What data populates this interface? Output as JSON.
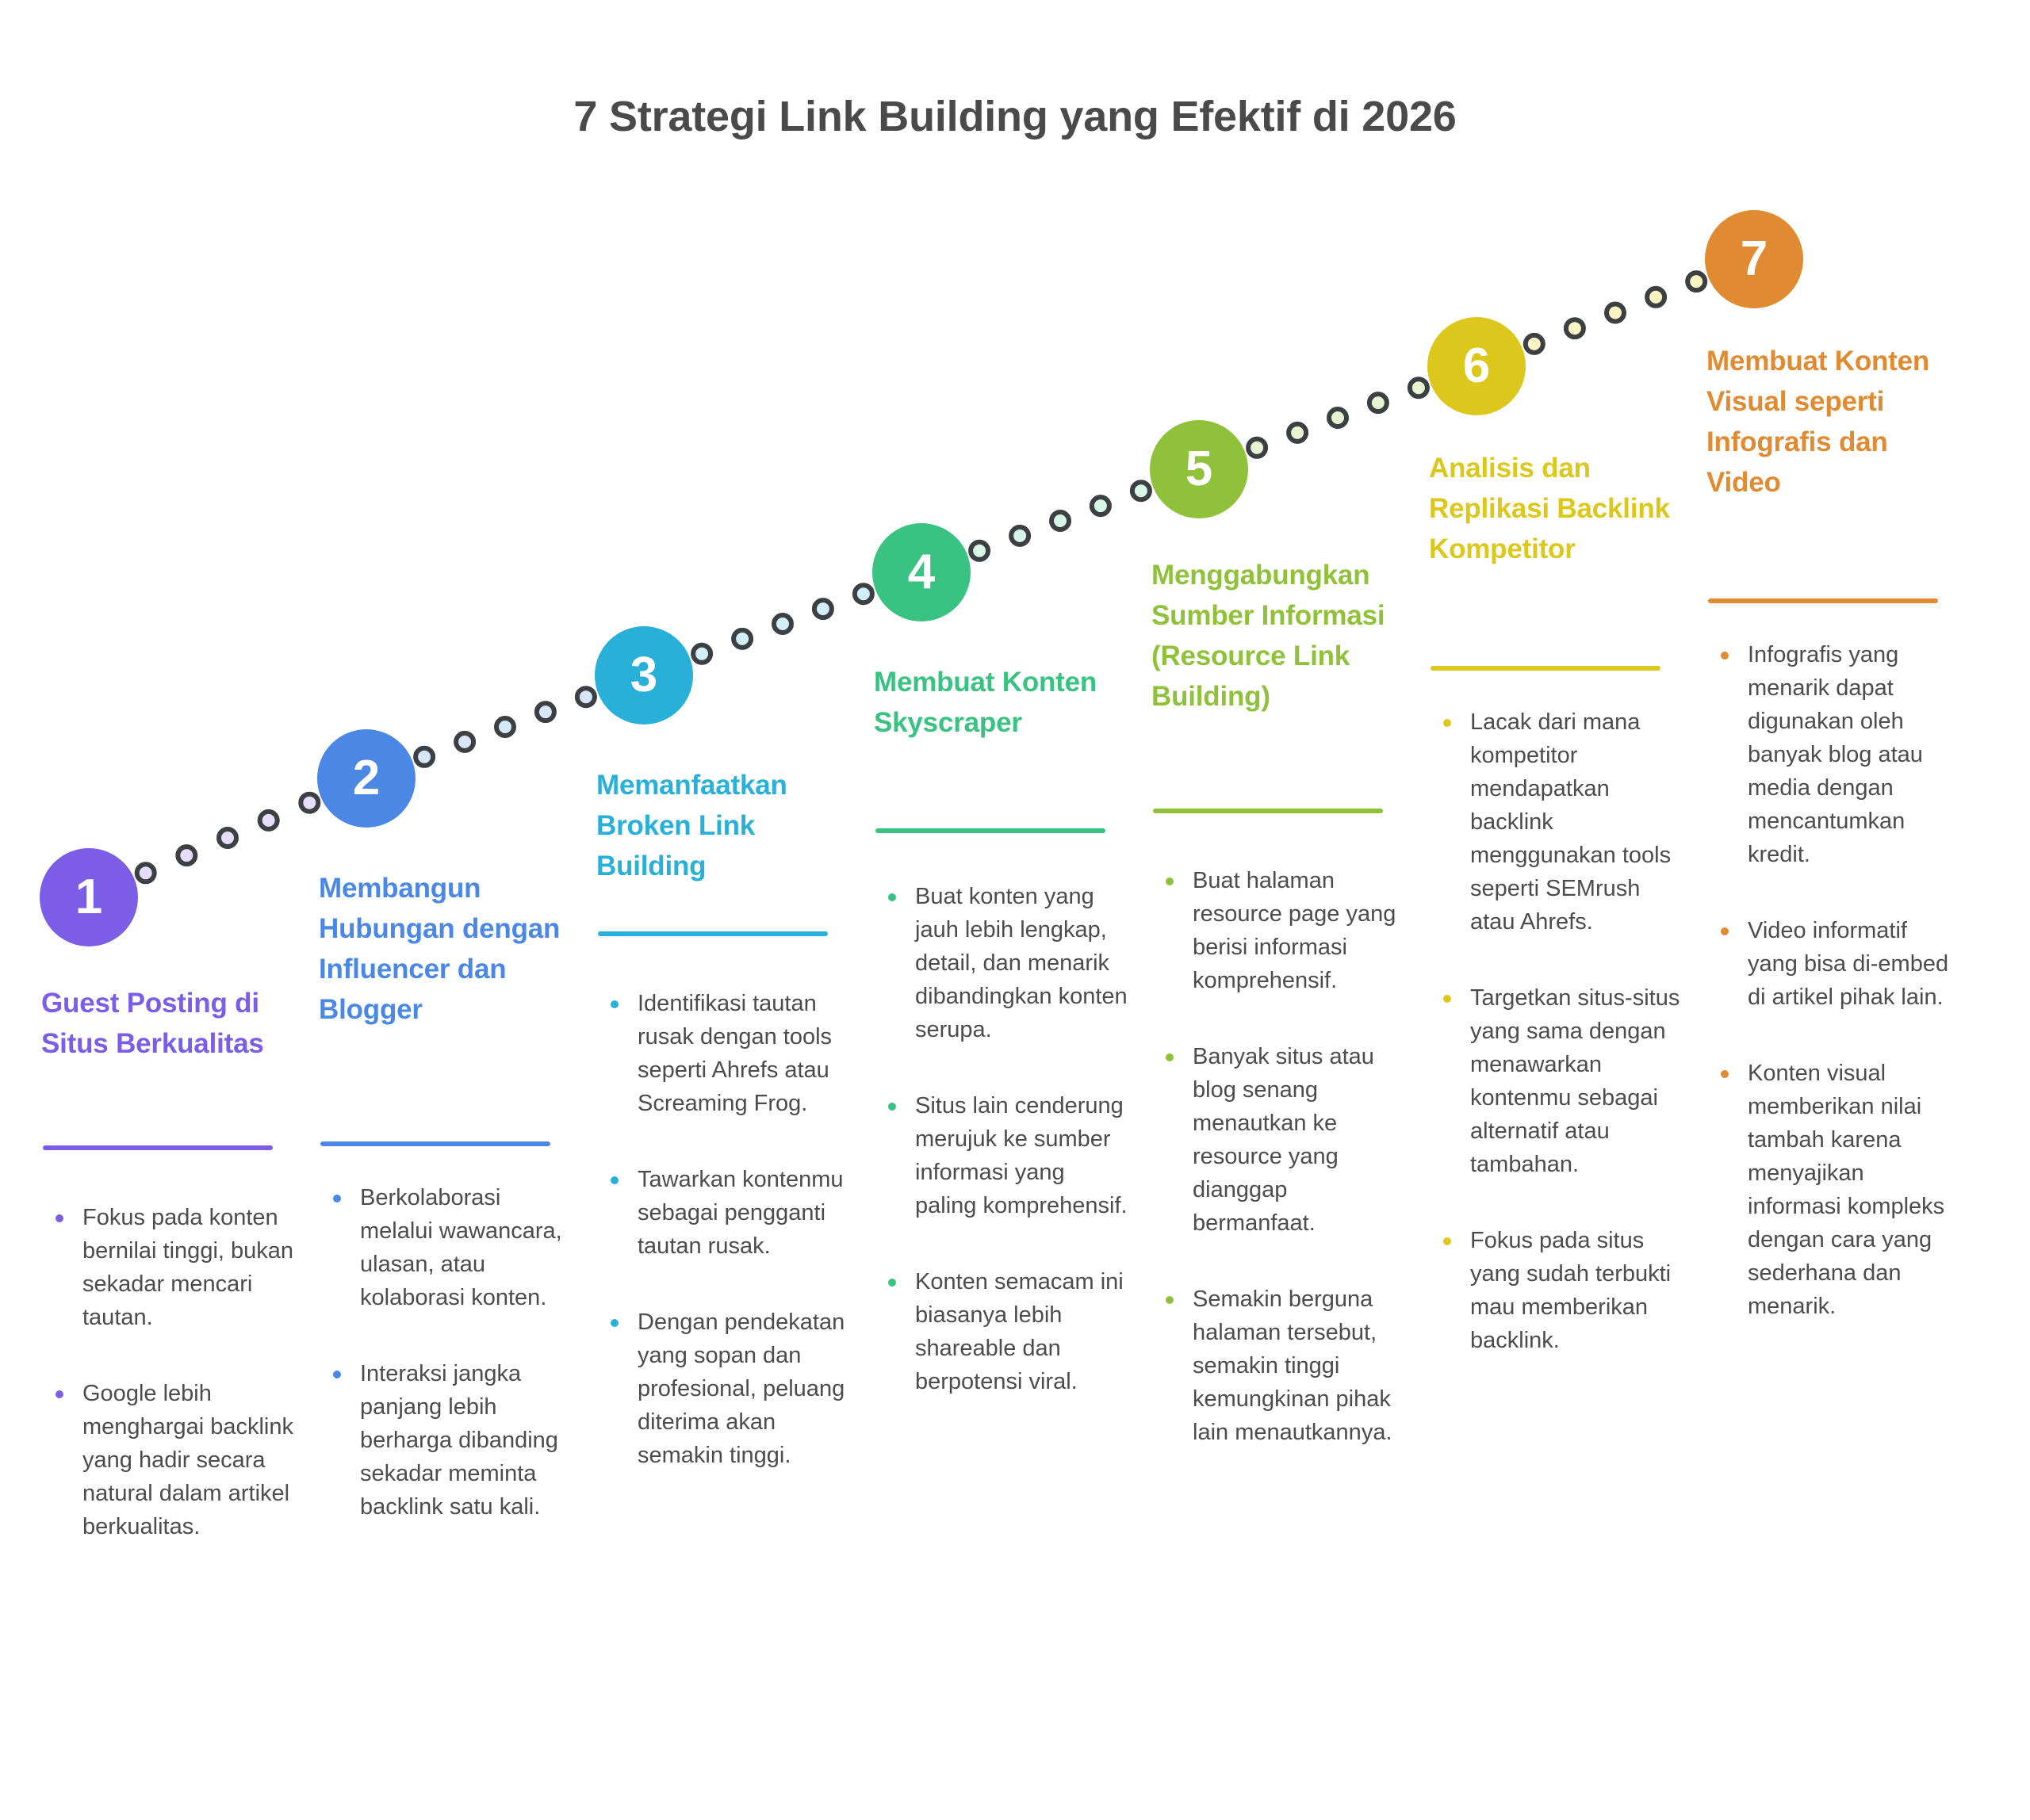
{
  "title": "7 Strategi Link Building yang Efektif di 2026",
  "steps": [
    {
      "number": "1",
      "heading": "Guest Posting di Situs Berkualitas",
      "color": "#7b5de6",
      "dot_fill": "#e5ddfb",
      "bullets": [
        "Fokus pada konten bernilai tinggi, bukan sekadar mencari tautan.",
        "Google lebih menghargai backlink yang hadir secara natural dalam artikel berkualitas."
      ]
    },
    {
      "number": "2",
      "heading": "Membangun Hubungan dengan Influencer dan Blogger",
      "color": "#4b88e5",
      "dot_fill": "#d8e6fa",
      "bullets": [
        "Berkolaborasi melalui wawancara, ulasan, atau kolaborasi konten.",
        "Interaksi jangka panjang lebih berharga dibanding sekadar meminta backlink satu kali."
      ]
    },
    {
      "number": "3",
      "heading": "Memanfaatkan Broken Link Building",
      "color": "#29b0d9",
      "dot_fill": "#d3eef8",
      "bullets": [
        "Identifikasi tautan rusak dengan tools seperti Ahrefs atau Screaming Frog.",
        "Tawarkan kontenmu sebagai pengganti tautan rusak.",
        "Dengan pendekatan yang sopan dan profesional, peluang diterima akan semakin tinggi."
      ]
    },
    {
      "number": "4",
      "heading": "Membuat Konten Skyscraper",
      "color": "#39c281",
      "dot_fill": "#d8f6e8",
      "bullets": [
        "Buat konten yang jauh lebih lengkap, detail, dan menarik dibandingkan konten serupa.",
        "Situs lain cenderung merujuk ke sumber informasi yang paling komprehensif.",
        "Konten semacam ini biasanya lebih shareable dan berpotensi viral."
      ]
    },
    {
      "number": "5",
      "heading": "Menggabungkan Sumber Informasi (Resource Link Building)",
      "color": "#8fc23a",
      "dot_fill": "#e8f3d4",
      "bullets": [
        "Buat halaman resource page yang berisi informasi komprehensif.",
        "Banyak situs atau blog senang menautkan ke resource yang dianggap bermanfaat.",
        "Semakin berguna halaman tersebut, semakin tinggi kemungkinan pihak lain menautkannya."
      ]
    },
    {
      "number": "6",
      "heading": "Analisis dan Replikasi Backlink Kompetitor",
      "color": "#dcc81c",
      "dot_fill": "#faf3c3",
      "bullets": [
        "Lacak dari mana kompetitor mendapatkan backlink menggunakan tools seperti SEMrush atau Ahrefs.",
        "Targetkan situs-situs yang sama dengan menawarkan kontenmu sebagai alternatif atau tambahan.",
        "Fokus pada situs yang sudah terbukti mau memberikan backlink."
      ]
    },
    {
      "number": "7",
      "heading": "Membuat Konten Visual seperti Infografis dan Video",
      "color": "#e08a32",
      "dot_fill": "#faf3c3",
      "bullets": [
        "Infografis yang menarik dapat digunakan oleh banyak blog atau media dengan mencantumkan kredit.",
        "Video informatif yang bisa di-embed di artikel pihak lain.",
        "Konten visual memberikan nilai tambah karena menyajikan informasi kompleks dengan cara yang sederhana dan menarik."
      ]
    }
  ],
  "trail": {
    "ring_color": "#3c4043",
    "dot_radius": 11,
    "ring_width": 6
  }
}
